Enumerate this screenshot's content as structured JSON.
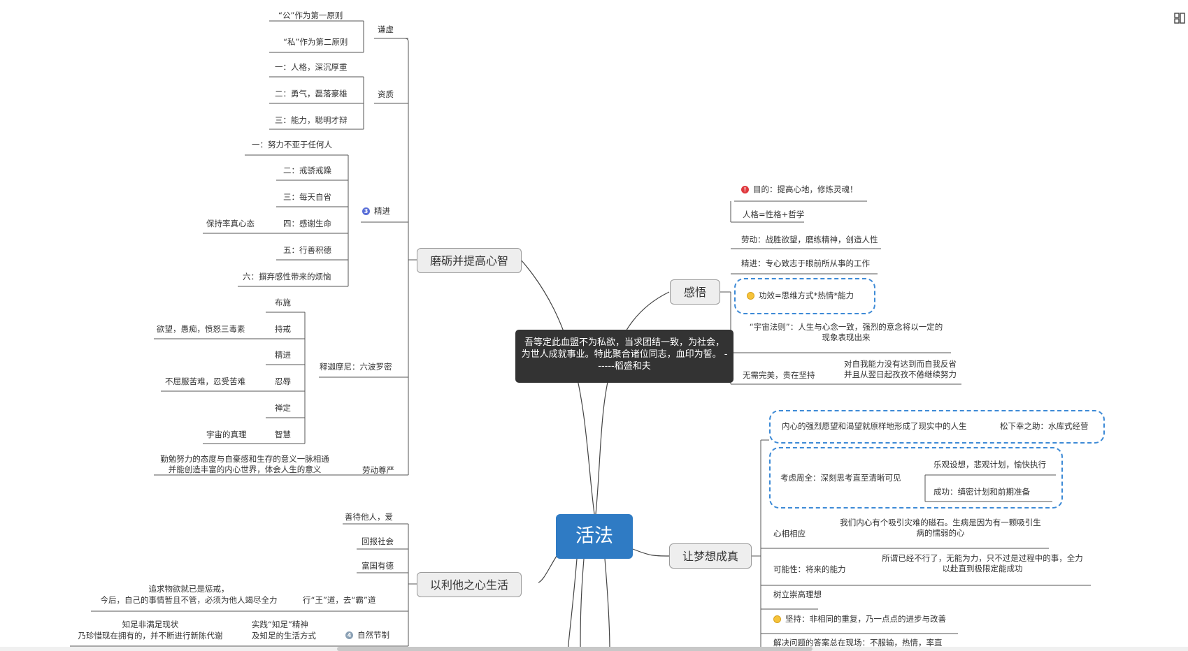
{
  "central": "活法",
  "floating_note": "吾等定此血盟不为私欲，当求团结一致，为社会，为世人成就事业。特此聚合诸位同志，血印为誓。       ------稻盛和夫",
  "branches": {
    "mobi": {
      "title": "磨砺并提高心智",
      "qianxu": {
        "label": "谦虚",
        "items": [
          "“公”作为第一原则",
          "“私”作为第二原则"
        ]
      },
      "zizhi": {
        "label": "资质",
        "items": [
          "一：人格，深沉厚重",
          "二：勇气，磊落豪雄",
          "三：能力，聪明才辩"
        ]
      },
      "jingjin": {
        "label": "精进",
        "badge": "3",
        "items": [
          "一：努力不亚于任何人",
          "二：戒骄戒躁",
          "三：每天自省",
          "四：感谢生命",
          "五：行善积德",
          "六：摒弃感性带来的烦恼"
        ],
        "sub4": "保持率真心态"
      },
      "liuboluomi": {
        "label": "释迦摩尼：六波罗密",
        "items": [
          "布施",
          "持戒",
          "精进",
          "忍辱",
          "禅定",
          "智慧"
        ],
        "sub_chijie": "欲望，愚痴，愤怒三毒素",
        "sub_renru": "不屈服苦难，忍受苦难",
        "sub_zhihui": "宇宙的真理"
      },
      "laodong": {
        "label": "劳动尊严",
        "line1": "勤勉努力的态度与自豪感和生存的意义一脉相通",
        "line2": "并能创造丰富的内心世界，体会人生的意义"
      }
    },
    "lita": {
      "title": "以利他之心生活",
      "items": [
        "善待他人，爱",
        "回报社会",
        "富国有德"
      ],
      "wangdao": {
        "label": "行“王”道，去“霸”道",
        "line1": "追求物欲就已是惩戒，",
        "line2": "今后，自己的事情暂且不管，必须为他人竭尽全力"
      },
      "ziran": {
        "label": "自然节制",
        "badge": "4",
        "sub_line1": "实践“知足”精神",
        "sub_line2": "及知足的生活方式",
        "leaf_line1": "知足非满足现状",
        "leaf_line2": "乃珍惜现在拥有的，并不断进行新陈代谢"
      }
    },
    "ganwu": {
      "title": "感悟",
      "mudi": "目的：提高心地，修炼灵魂！",
      "renge": "人格=性格+哲学",
      "laodong": "劳动：战胜欲望，磨练精神，创造人性",
      "jingjin": "精进：专心致志于眼前所从事的工作",
      "gongxiao": "功效=思维方式*热情*能力",
      "yuzhou_line1": "“宇宙法则”：人生与心念一致，强烈的意念将以一定的",
      "yuzhou_line2": "现象表现出来",
      "wuxu": "无需完美，贵在坚持",
      "wuxu_line1": "对自我能力没有达到而自我反省",
      "wuxu_line2": "并且从翌日起孜孜不倦继续努力"
    },
    "mengxiang": {
      "title": "让梦想成真",
      "neixin": "内心的强烈愿望和渴望就原样地形成了现实中的人生",
      "songxia": "松下幸之助：水库式经营",
      "kaolv": "考虑周全：深刻思考直至清晰可见",
      "leguan": "乐观设想，悲观计划，愉快执行",
      "chenggong": "成功：缜密计划和前期准备",
      "xinxiang": "心相相应",
      "xinxiang_line1": "我们内心有个吸引灾难的磁石。生病是因为有一颗吸引生",
      "xinxiang_line2": "病的懦弱的心",
      "kenengxing": "可能性：将来的能力",
      "keneng_line1": "所谓已经不行了，无能为力，只不过是过程中的事，全力",
      "keneng_line2": "以赴直到极限定能成功",
      "shuli": "树立崇高理想",
      "jianchi": "坚持：非相同的重复，乃一点点的进步与改善",
      "jiejue": "解决问题的答案总在现场：不服输，热情，率直"
    }
  },
  "colors": {
    "central_bg": "#2f7bc4",
    "float_bg": "#333333",
    "dash": "#3d8ad6",
    "line": "#333333"
  }
}
